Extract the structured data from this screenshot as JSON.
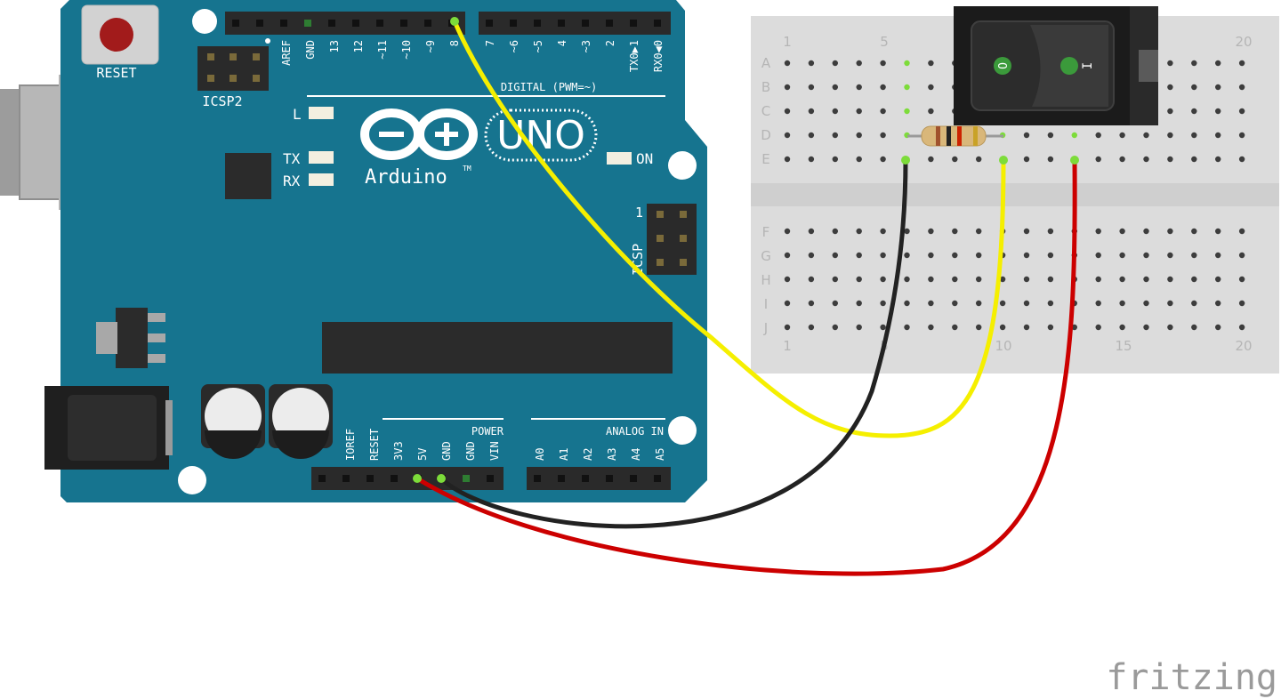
{
  "board": {
    "reset_label": "RESET",
    "icsp2_label": "ICSP2",
    "icsp_label": "ICSP",
    "icsp_pin1": "1",
    "digital_header_label": "DIGITAL (PWM=~)",
    "digital_pins_left": [
      "AREF",
      "GND",
      "13",
      "12",
      "~11",
      "~10",
      "~9",
      "8"
    ],
    "digital_pins_right": [
      "7",
      "~6",
      "~5",
      "4",
      "~3",
      "2",
      "TX0▶1",
      "RX0◀0"
    ],
    "power_pins": [
      "IOREF",
      "RESET",
      "3V3",
      "5V",
      "GND",
      "GND",
      "VIN"
    ],
    "analog_pins": [
      "A0",
      "A1",
      "A2",
      "A3",
      "A4",
      "A5"
    ],
    "power_label": "POWER",
    "analog_label": "ANALOG IN",
    "led_l": "L",
    "led_tx": "TX",
    "led_rx": "RX",
    "led_on": "ON",
    "brand": "Arduino",
    "tm": "TM",
    "model": "UNO",
    "color": "#16748f"
  },
  "breadboard": {
    "rows_top": [
      "A",
      "B",
      "C",
      "D",
      "E"
    ],
    "rows_bottom": [
      "F",
      "G",
      "H",
      "I",
      "J"
    ],
    "col_labels_top": [
      "1",
      "5",
      "20"
    ],
    "col_labels_bottom": [
      "1",
      "5",
      "10",
      "15",
      "20"
    ],
    "switch_off_symbol": "O",
    "switch_on_symbol": "I"
  },
  "wires": {
    "signal_color": "#f5ef00",
    "ground_color": "#222222",
    "power_color": "#cc0000"
  },
  "watermark": "fritzing"
}
